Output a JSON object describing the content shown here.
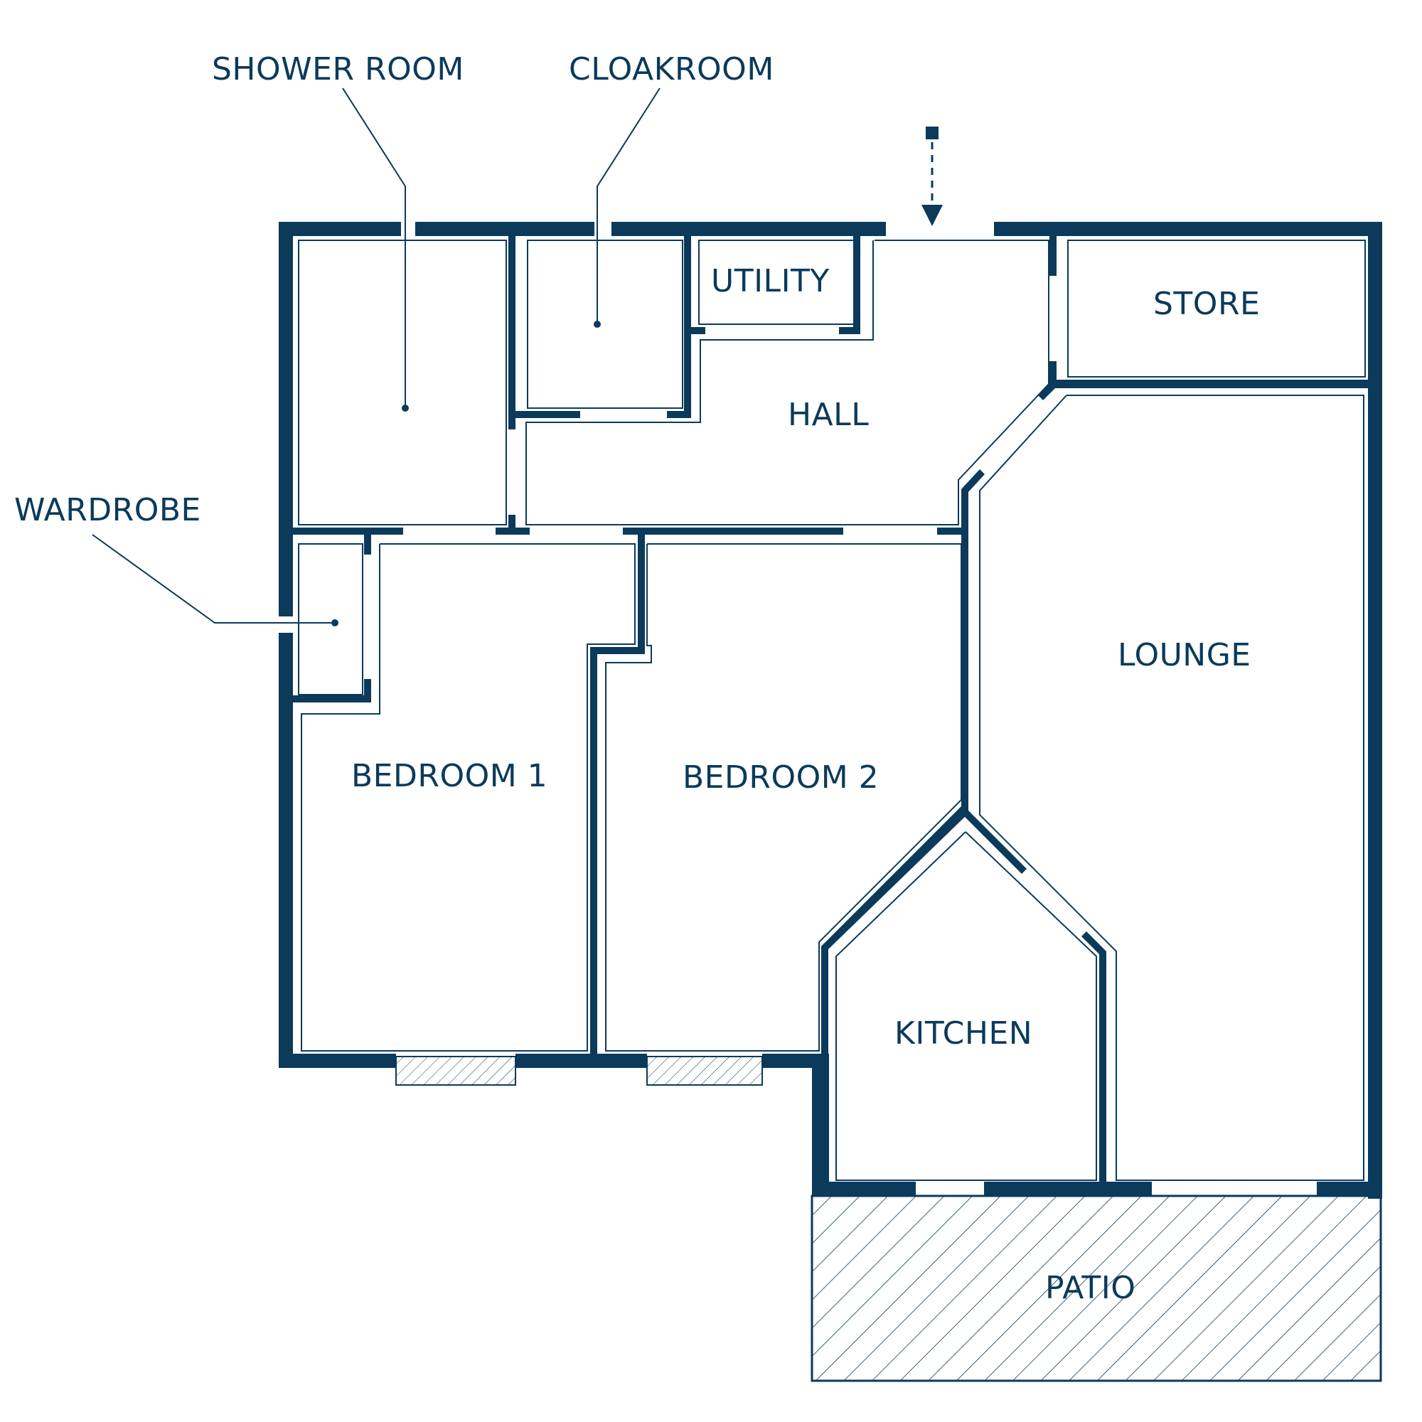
{
  "labels": {
    "shower_room": "SHOWER ROOM",
    "cloakroom": "CLOAKROOM",
    "utility": "UTILITY",
    "store": "STORE",
    "hall": "HALL",
    "wardrobe": "WARDROBE",
    "lounge": "LOUNGE",
    "bedroom_1": "BEDROOM 1",
    "bedroom_2": "BEDROOM 2",
    "kitchen": "KITCHEN",
    "patio": "PATIO"
  },
  "colors": {
    "wall": "#0b3a5b",
    "background": "#ffffff"
  },
  "icons": {
    "entrance": "entrance-arrow-icon"
  }
}
